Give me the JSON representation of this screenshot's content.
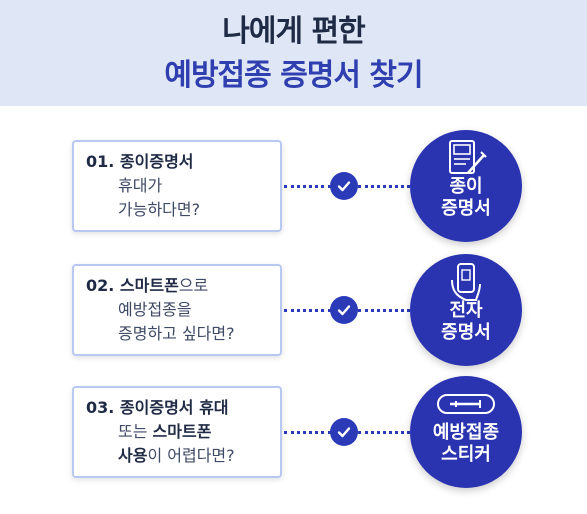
{
  "title": {
    "line1": "나에게 편한",
    "line2": "예방접종 증명서 찾기"
  },
  "rows": [
    {
      "card": {
        "line1": "01. 종이증명서",
        "line2": "휴대가",
        "line3": "가능하다면?"
      },
      "circle": {
        "icon": "certificate-syringe-icon",
        "line1": "종이",
        "line2": "증명서"
      }
    },
    {
      "card": {
        "line1_bold": "02. 스마트폰",
        "line1_rest": "으로",
        "line2": "예방접종을",
        "line3": "증명하고 싶다면?"
      },
      "circle": {
        "icon": "smartphone-hand-icon",
        "line1": "전자",
        "line2": "증명서"
      }
    },
    {
      "card": {
        "line1": "03. 종이증명서 휴대",
        "line2_a": "또는 ",
        "line2_b": "스마트폰",
        "line3_a": "사용",
        "line3_b": "이 어렵다면?"
      },
      "circle": {
        "icon": "sticker-syringe-icon",
        "line1": "예방접종",
        "line2": "스티커"
      }
    }
  ],
  "colors": {
    "accent": "#2b34b0",
    "header_bg": "#dfe7f7",
    "card_border": "#b9c7f3"
  }
}
